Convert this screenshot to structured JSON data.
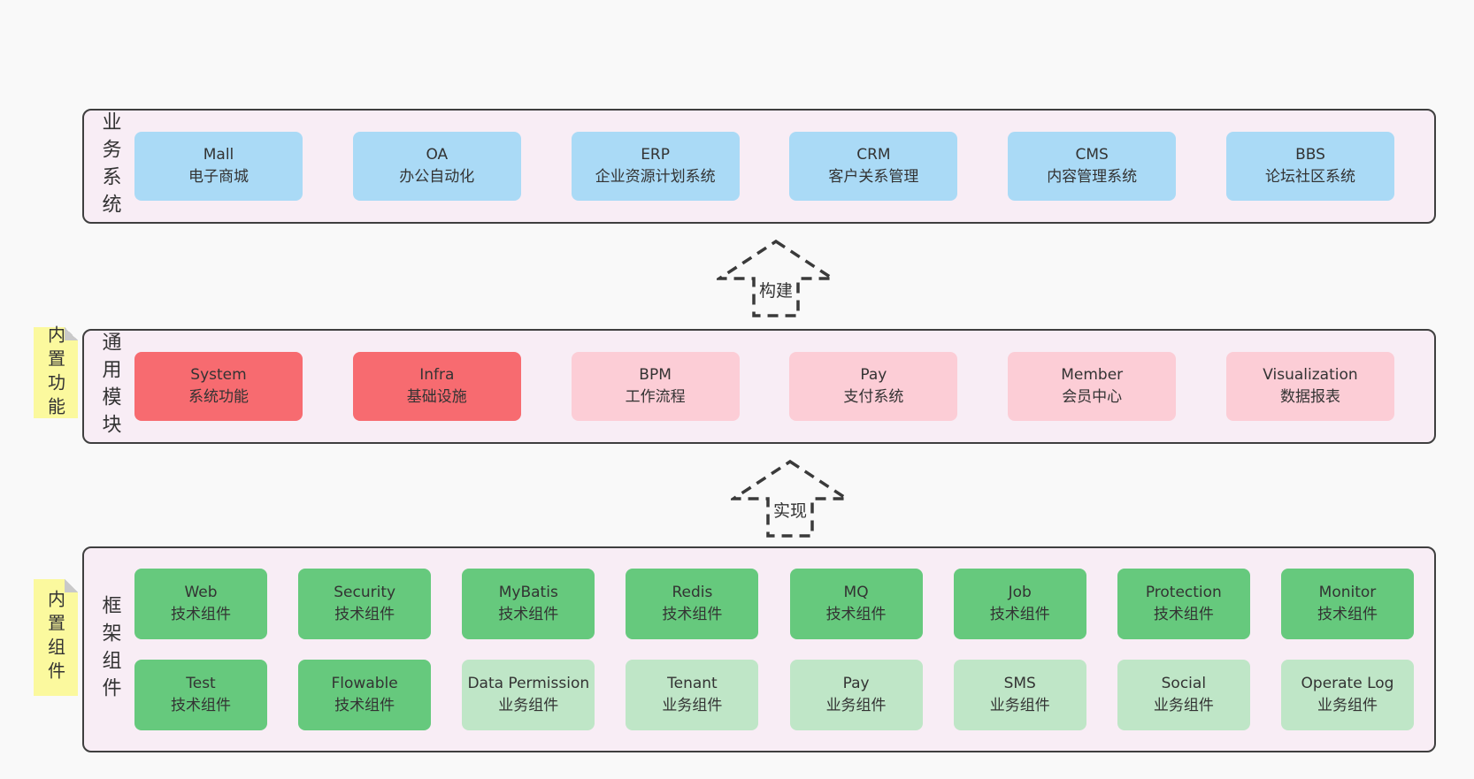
{
  "colors": {
    "page_bg": "#f9f9f9",
    "panel_bg": "#f8edf5",
    "panel_border": "#3f3f3f",
    "blue": "#aadaf6",
    "red": "#f76b70",
    "pink": "#fccdd6",
    "green_dark": "#66c97d",
    "green_light": "#bfe6c7",
    "sticky_bg": "#fbf99e",
    "sticky_fold": "#c9c9c9",
    "text": "#333333"
  },
  "arrows": [
    {
      "label": "构建"
    },
    {
      "label": "实现"
    }
  ],
  "sections": [
    {
      "label": "业务系统",
      "rows": [
        [
          {
            "title": "Mall",
            "subtitle": "电子商城",
            "variant": "blue"
          },
          {
            "title": "OA",
            "subtitle": "办公自动化",
            "variant": "blue"
          },
          {
            "title": "ERP",
            "subtitle": "企业资源计划系统",
            "variant": "blue"
          },
          {
            "title": "CRM",
            "subtitle": "客户关系管理",
            "variant": "blue"
          },
          {
            "title": "CMS",
            "subtitle": "内容管理系统",
            "variant": "blue"
          },
          {
            "title": "BBS",
            "subtitle": "论坛社区系统",
            "variant": "blue"
          }
        ]
      ]
    },
    {
      "label": "通用模块",
      "sticky": "内置功能",
      "rows": [
        [
          {
            "title": "System",
            "subtitle": "系统功能",
            "variant": "red"
          },
          {
            "title": "Infra",
            "subtitle": "基础设施",
            "variant": "red"
          },
          {
            "title": "BPM",
            "subtitle": "工作流程",
            "variant": "pink"
          },
          {
            "title": "Pay",
            "subtitle": "支付系统",
            "variant": "pink"
          },
          {
            "title": "Member",
            "subtitle": "会员中心",
            "variant": "pink"
          },
          {
            "title": "Visualization",
            "subtitle": "数据报表",
            "variant": "pink"
          }
        ]
      ]
    },
    {
      "label": "框架组件",
      "sticky": "内置组件",
      "rows": [
        [
          {
            "title": "Web",
            "subtitle": "技术组件",
            "variant": "green_dark"
          },
          {
            "title": "Security",
            "subtitle": "技术组件",
            "variant": "green_dark"
          },
          {
            "title": "MyBatis",
            "subtitle": "技术组件",
            "variant": "green_dark"
          },
          {
            "title": "Redis",
            "subtitle": "技术组件",
            "variant": "green_dark"
          },
          {
            "title": "MQ",
            "subtitle": "技术组件",
            "variant": "green_dark"
          },
          {
            "title": "Job",
            "subtitle": "技术组件",
            "variant": "green_dark"
          },
          {
            "title": "Protection",
            "subtitle": "技术组件",
            "variant": "green_dark"
          },
          {
            "title": "Monitor",
            "subtitle": "技术组件",
            "variant": "green_dark"
          }
        ],
        [
          {
            "title": "Test",
            "subtitle": "技术组件",
            "variant": "green_dark"
          },
          {
            "title": "Flowable",
            "subtitle": "技术组件",
            "variant": "green_dark"
          },
          {
            "title": "Data Permission",
            "subtitle": "业务组件",
            "variant": "green_light"
          },
          {
            "title": "Tenant",
            "subtitle": "业务组件",
            "variant": "green_light"
          },
          {
            "title": "Pay",
            "subtitle": "业务组件",
            "variant": "green_light"
          },
          {
            "title": "SMS",
            "subtitle": "业务组件",
            "variant": "green_light"
          },
          {
            "title": "Social",
            "subtitle": "业务组件",
            "variant": "green_light"
          },
          {
            "title": "Operate Log",
            "subtitle": "业务组件",
            "variant": "green_light"
          }
        ]
      ]
    }
  ]
}
